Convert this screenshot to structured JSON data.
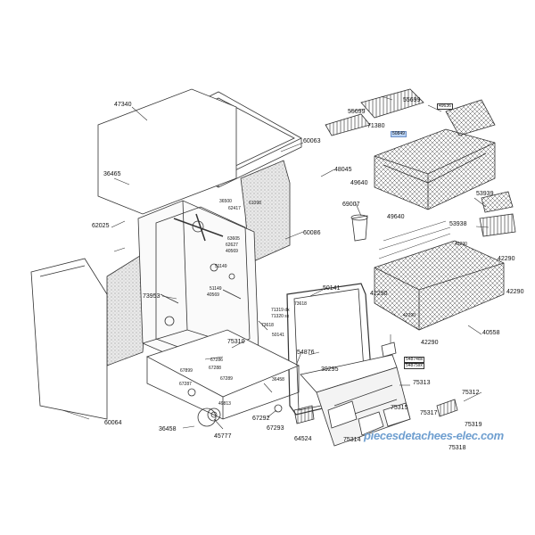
{
  "diagram": {
    "watermark": "piecesdetachees-elec.com",
    "part_numbers": [
      "47340",
      "60063",
      "48045",
      "36465",
      "62025",
      "69007",
      "49640",
      "49640",
      "55699",
      "55699",
      "71380",
      "50849",
      "49636",
      "53939",
      "53938",
      "60086",
      "36500",
      "62417",
      "61098",
      "63605",
      "62627",
      "40569",
      "51149",
      "51149",
      "40569",
      "73953",
      "50141",
      "50141",
      "73618",
      "73618",
      "71319 dx",
      "71320 sx",
      "42290",
      "42290",
      "42290",
      "42290",
      "42290",
      "42290",
      "40558",
      "54876",
      "39295",
      "54874dx",
      "54875sx",
      "75313",
      "75312",
      "75315",
      "75317",
      "75319",
      "75314",
      "75318",
      "64524",
      "67292",
      "67293",
      "45777",
      "49813",
      "36458",
      "36458",
      "67286",
      "67288",
      "67289",
      "67287",
      "67899",
      "75310",
      "60064"
    ]
  }
}
